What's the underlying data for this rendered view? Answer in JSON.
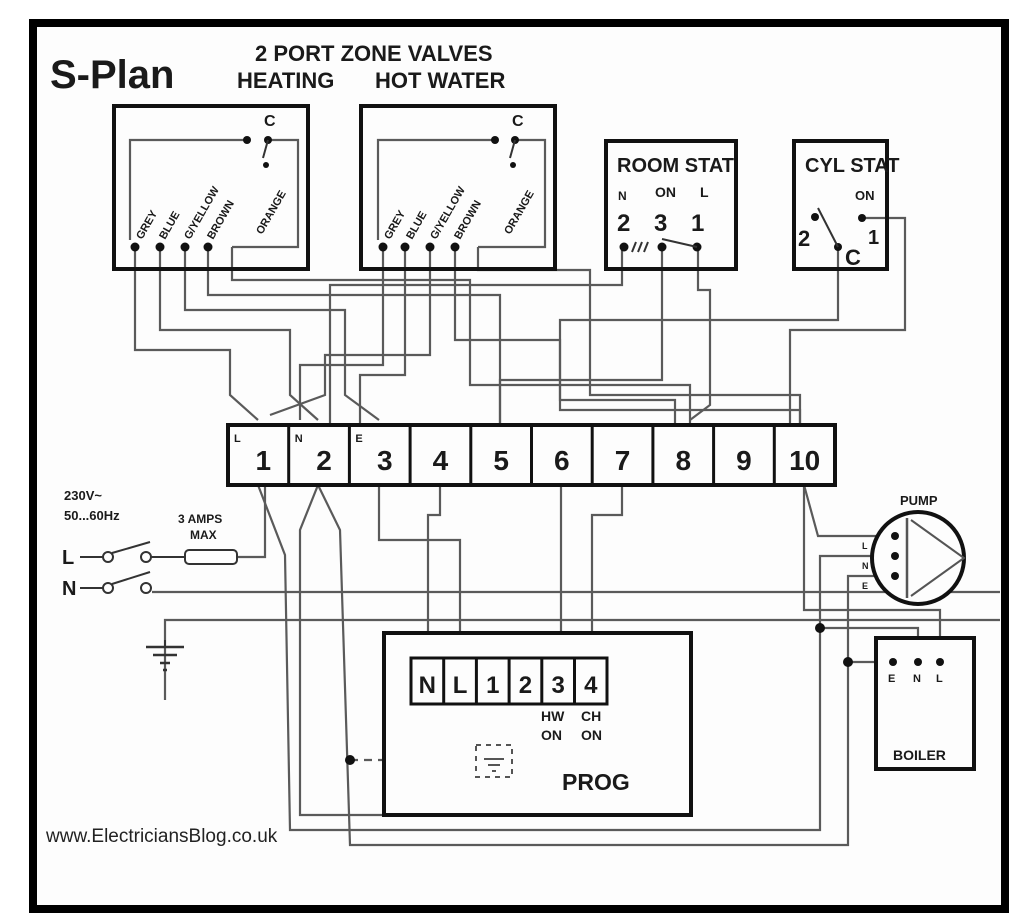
{
  "title": "S-Plan",
  "valves_header": "2 PORT ZONE VALVES",
  "valves": [
    {
      "label": "HEATING",
      "switch_label": "C",
      "wires": [
        "GREY",
        "BLUE",
        "G/YELLOW",
        "BROWN",
        "ORANGE"
      ]
    },
    {
      "label": "HOT WATER",
      "switch_label": "C",
      "wires": [
        "GREY",
        "BLUE",
        "G/YELLOW",
        "BROWN",
        "ORANGE"
      ]
    }
  ],
  "room_stat": {
    "title": "ROOM STAT",
    "labels": [
      "N",
      "ON",
      "L"
    ],
    "terminals": [
      "2",
      "3",
      "1"
    ]
  },
  "cyl_stat": {
    "title": "CYL STAT",
    "on_label": "ON",
    "terminals": [
      "2",
      "C",
      "1"
    ]
  },
  "terminal_strip": {
    "superscripts": [
      "L",
      "N",
      "E"
    ],
    "terminals": [
      "1",
      "2",
      "3",
      "4",
      "5",
      "6",
      "7",
      "8",
      "9",
      "10"
    ]
  },
  "supply": {
    "voltage": "230V~",
    "frequency": "50...60Hz",
    "live": "L",
    "neutral": "N",
    "fuse_line1": "3 AMPS",
    "fuse_line2": "MAX"
  },
  "pump": {
    "title": "PUMP",
    "terminals": [
      "L",
      "N",
      "E"
    ]
  },
  "boiler": {
    "title": "BOILER",
    "terminals": [
      "E",
      "N",
      "L"
    ]
  },
  "programmer": {
    "title": "PROG",
    "terminals": [
      "N",
      "L",
      "1",
      "2",
      "3",
      "4"
    ],
    "hw_line1": "HW",
    "hw_line2": "ON",
    "ch_line1": "CH",
    "ch_line2": "ON"
  },
  "footer": "www.ElectriciansBlog.co.uk"
}
